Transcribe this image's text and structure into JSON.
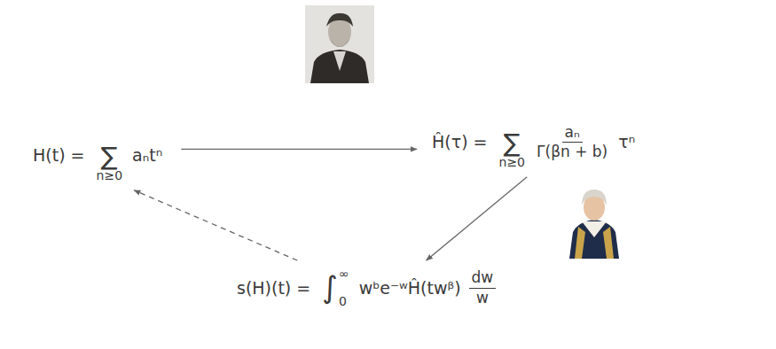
{
  "diagram": {
    "nodes": [
      {
        "text": [
          "H(t) =",
          "∑",
          "n≥0",
          "aₙtⁿ"
        ]
      },
      {
        "text": [
          "Ĥ(τ) =",
          "∑",
          "n≥0",
          "aₙ",
          "Γ(βn + b)",
          "τⁿ"
        ]
      },
      {
        "text": [
          "s(H)(t) =",
          "∫",
          "0",
          "∞",
          "wᵇe⁻ʷĤ(twᵝ)",
          "dw",
          "w"
        ]
      }
    ],
    "edges": [
      {
        "from": 0,
        "to": 1,
        "arrow": "to"
      },
      {
        "from": 1,
        "to": 2,
        "arrow": "to"
      },
      {
        "from": 2,
        "to": 0,
        "arrow": "to"
      }
    ]
  }
}
